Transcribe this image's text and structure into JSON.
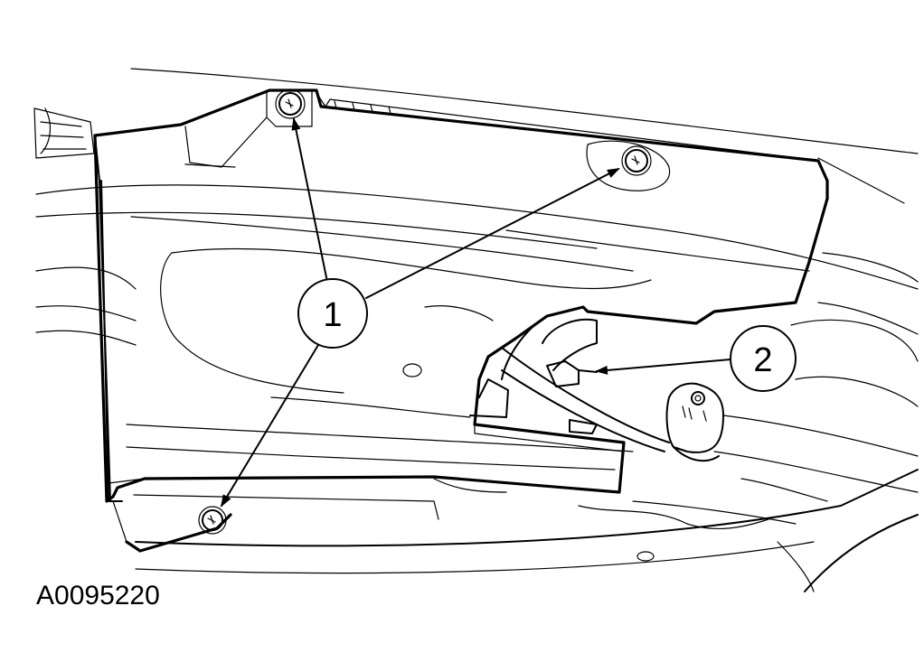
{
  "figure": {
    "id_label": "A0095220",
    "callouts": [
      {
        "number": "1"
      },
      {
        "number": "2"
      }
    ],
    "colors": {
      "line": "#000000",
      "background": "#ffffff"
    }
  }
}
